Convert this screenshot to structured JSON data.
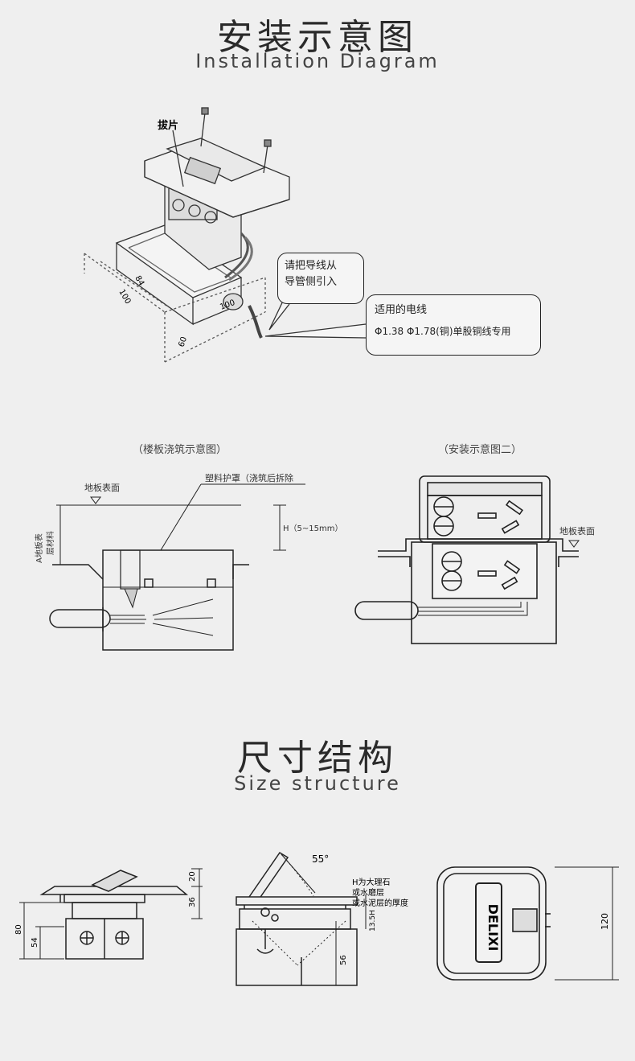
{
  "section1": {
    "title_cn": "安装示意图",
    "title_en": "Installation Diagram",
    "label_pull_tab": "拔片",
    "bubble1_line1": "请把导线从",
    "bubble1_line2": "导管侧引入",
    "bubble2_line1": "适用的电线",
    "bubble2_line2": "Φ1.38 Φ1.78(铜)单股铜线专用",
    "dim_100a": "100",
    "dim_84": "84",
    "dim_100b": "100",
    "dim_60": "60"
  },
  "section2": {
    "caption_left": "（楼板浇筑示意图）",
    "caption_right": "（安装示意图二）",
    "label_floor_surface": "地板表面",
    "label_plastic_cover": "塑料护罩（浇筑后拆除",
    "label_h": "H（5~15mm）",
    "label_a_layer_1": "A地板表",
    "label_a_layer_2": "层材料",
    "label_floor_surface_right": "地板表面"
  },
  "section3": {
    "title_cn": "尺寸结构",
    "title_en": "Size structure",
    "dim_20": "20",
    "dim_36": "36",
    "dim_80": "80",
    "dim_54": "54",
    "angle_55": "55°",
    "note_line1": "H为大理石",
    "note_line2": "或水磨层",
    "note_line3": "或水泥层的厚度",
    "dim_13_5h": "13.5H",
    "dim_56": "56",
    "brand": "DELIXI",
    "dim_120": "120"
  }
}
